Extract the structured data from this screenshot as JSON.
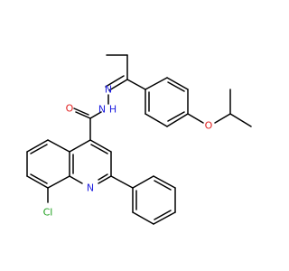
{
  "atoms": {
    "cl": {
      "label": "Cl",
      "color": "#1fa01f"
    },
    "n_ring": {
      "label": "N",
      "color": "#1f1fe0"
    },
    "n_hydrazide": {
      "label": "N",
      "color": "#1f1fe0"
    },
    "nh": {
      "label": "H",
      "color": "#1f1fe0"
    },
    "n_imine": {
      "label": "N",
      "color": "#1f1fe0"
    },
    "o_carbonyl": {
      "label": "O",
      "color": "#e01f1f"
    },
    "o_ether": {
      "label": "O",
      "color": "#e01f1f"
    }
  }
}
